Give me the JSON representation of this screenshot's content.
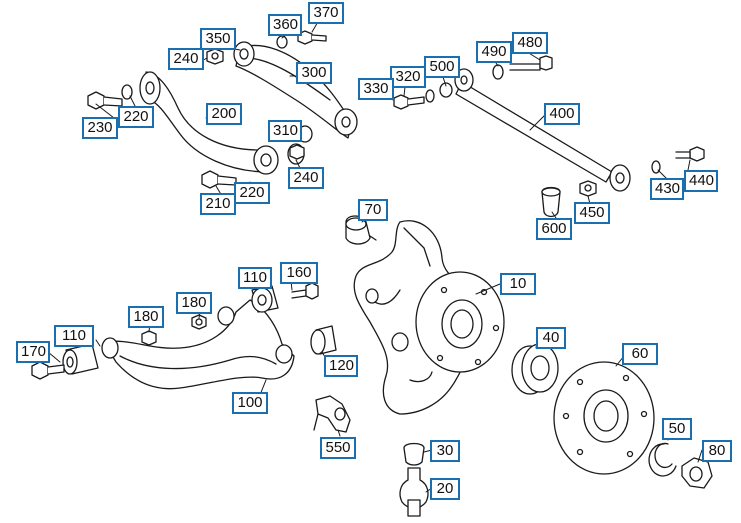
{
  "diagram": {
    "accent_color": "#1b6fae",
    "line_color": "#1a1a1a",
    "part_numbers": [
      "10",
      "20",
      "30",
      "40",
      "50",
      "60",
      "70",
      "80",
      "100",
      "110",
      "110",
      "120",
      "160",
      "170",
      "180",
      "180",
      "200",
      "210",
      "220",
      "220",
      "230",
      "240",
      "240",
      "300",
      "310",
      "320",
      "330",
      "350",
      "360",
      "370",
      "400",
      "430",
      "440",
      "450",
      "480",
      "490",
      "500",
      "550",
      "600"
    ]
  }
}
